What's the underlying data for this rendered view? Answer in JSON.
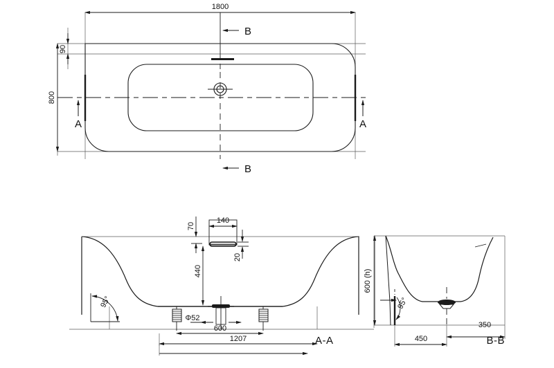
{
  "drawing": {
    "background_color": "#ffffff",
    "line_color": "#1a1a1a",
    "thin_line_color": "#555555",
    "subject": "bathtub-technical-drawing",
    "views": [
      {
        "id": "plan",
        "title": ""
      },
      {
        "id": "front-section",
        "title": "A-A"
      },
      {
        "id": "side-section",
        "title": "B-B"
      }
    ]
  },
  "plan_view": {
    "dimensions": {
      "overall_length": "1800",
      "overall_width": "800",
      "rim_offset": "90"
    },
    "section_markers": {
      "a_left": "A",
      "a_right": "A",
      "b_top": "B",
      "b_bottom": "B"
    },
    "features": {
      "drain_icon": "drain-circle",
      "overflow_icon": "overflow-slot"
    }
  },
  "front_section": {
    "title": "A-A",
    "dimensions": {
      "overflow_from_rim": "70",
      "overflow_width": "140",
      "overflow_height": "20",
      "depth_to_drain": "440",
      "drain_diameter": "Φ52",
      "leg_spacing": "600",
      "foot_span": "1207",
      "wall_angle": "95°"
    }
  },
  "side_section": {
    "title": "B-B",
    "dimensions": {
      "overall_height": "600 (h)",
      "drain_from_left": "450",
      "drain_to_right": "350",
      "wall_angle": "95°"
    }
  },
  "labels": {
    "len_1800": "1800",
    "wid_800": "800",
    "rim_90": "90",
    "sec_a": "A",
    "sec_b": "B",
    "d70": "70",
    "d140": "140",
    "d20": "20",
    "d440": "440",
    "d52": "Φ52",
    "d600": "600",
    "d1207": "1207",
    "angle_95_aa": "95°",
    "title_aa": "A-A",
    "h600": "600 (h)",
    "d450": "450",
    "d350": "350",
    "angle_95_bb": "95°",
    "title_bb": "B-B"
  }
}
